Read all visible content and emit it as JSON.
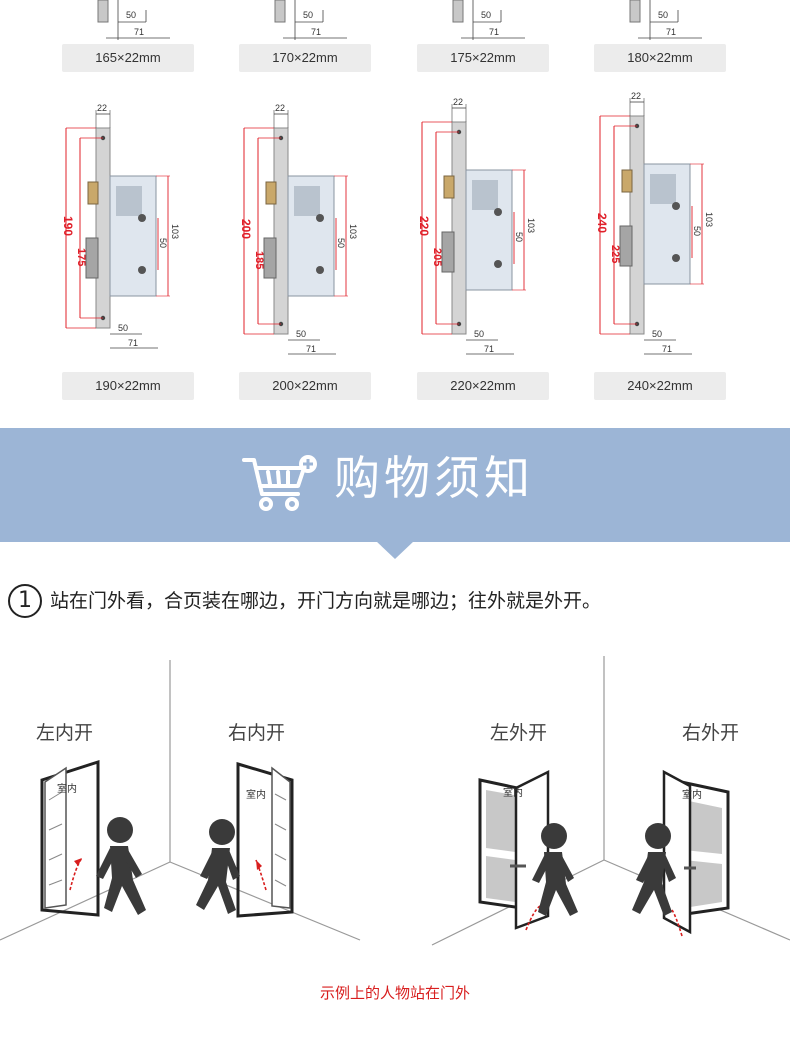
{
  "top_row": {
    "dims": {
      "a": "50",
      "b": "71"
    },
    "labels": [
      "165×22mm",
      "170×22mm",
      "175×22mm",
      "180×22mm"
    ]
  },
  "locks": [
    {
      "label": "190×22mm",
      "total": "190",
      "span": "175",
      "width": "22",
      "height": "103",
      "case": "50",
      "bottom_a": "50",
      "bottom_b": "71"
    },
    {
      "label": "200×22mm",
      "total": "200",
      "span": "185",
      "width": "22",
      "height": "103",
      "case": "50",
      "bottom_a": "50",
      "bottom_b": "71"
    },
    {
      "label": "220×22mm",
      "total": "220",
      "span": "205",
      "width": "22",
      "height": "103",
      "case": "50",
      "bottom_a": "50",
      "bottom_b": "71"
    },
    {
      "label": "240×22mm",
      "total": "240",
      "span": "225",
      "width": "22",
      "height": "103",
      "case": "50",
      "bottom_a": "50",
      "bottom_b": "71"
    }
  ],
  "banner": {
    "title": "购物须知",
    "icon": "shopping-cart-plus-icon",
    "color": "#9cb5d6"
  },
  "instruction": {
    "number": "1",
    "text": "站在门外看，合页装在哪边，开门方向就是哪边；往外就是外开。"
  },
  "scenes": [
    {
      "title": "左内开",
      "room": "室内"
    },
    {
      "title": "右内开",
      "room": "室内"
    },
    {
      "title": "左外开",
      "room": "室内"
    },
    {
      "title": "右外开",
      "room": "室内"
    }
  ],
  "caption": "示例上的人物站在门外",
  "colors": {
    "accent_red": "#d81e1e",
    "dimension_red": "#e0202a"
  }
}
